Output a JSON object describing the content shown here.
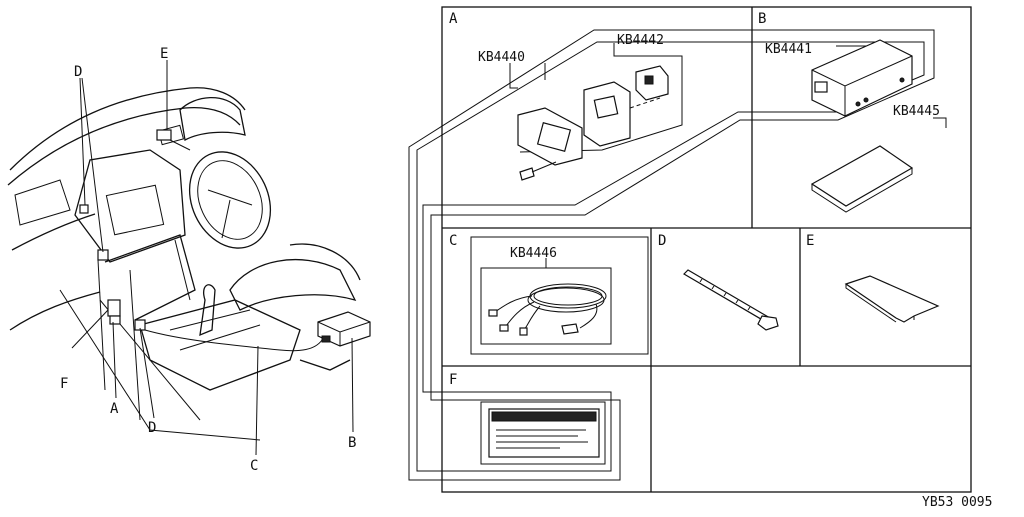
{
  "vehicle_labels": {
    "a": "A",
    "b": "B",
    "c": "C",
    "d_top": "D",
    "d_bottom": "D",
    "e": "E",
    "f": "F"
  },
  "panels": [
    {
      "letter": "A",
      "parts": [
        "KB4440",
        "KB4442"
      ]
    },
    {
      "letter": "B",
      "parts": [
        "KB4441",
        "KB4445"
      ]
    },
    {
      "letter": "C",
      "parts": [
        "KB4446"
      ]
    },
    {
      "letter": "D",
      "parts": []
    },
    {
      "letter": "E",
      "parts": []
    },
    {
      "letter": "F",
      "parts": []
    }
  ],
  "diagram_code": "YB53 0095",
  "line_color": "#111111",
  "background_color": "#ffffff"
}
